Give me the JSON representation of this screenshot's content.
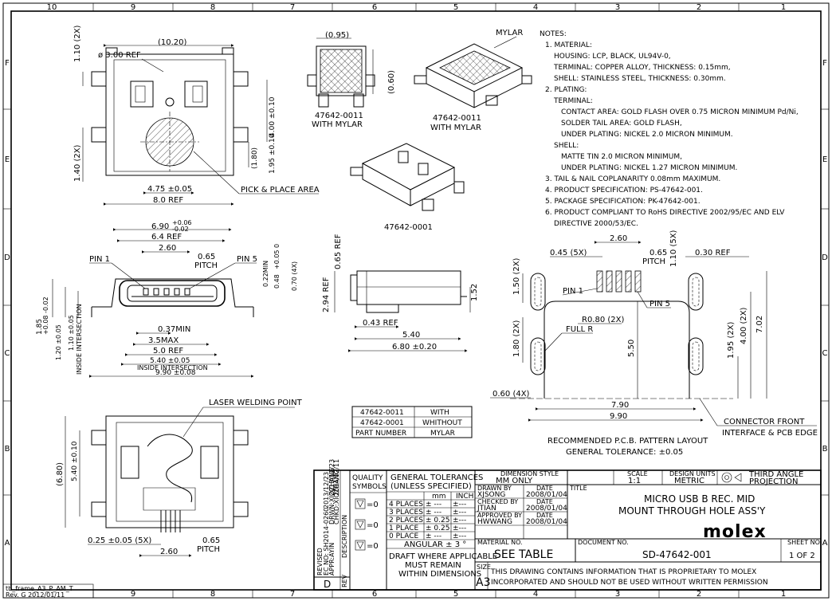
{
  "frame": {
    "cols_top": [
      "10",
      "9",
      "8",
      "7",
      "6",
      "5",
      "4",
      "3",
      "2",
      "1"
    ],
    "cols_bottom": [
      "9",
      "8",
      "7",
      "6",
      "5",
      "4",
      "3",
      "2",
      "1"
    ],
    "rows": [
      "F",
      "E",
      "D",
      "C",
      "B",
      "A"
    ],
    "frame_id": "tb_frame_A3_P_AM_T",
    "frame_rev": "Rev. G 2012/01/11"
  },
  "top_view": {
    "width": "(10.20)",
    "hole": "ø 3.00 REF",
    "dim_110": "1.10 (2X)",
    "dim_140": "1.40 (2X)",
    "dim_400": "4.00 ±0.10",
    "dim_180": "(1.80)",
    "dim_195": "1.95 ±0.10",
    "dim_475": "4.75 ±0.05",
    "dim_80": "8.0  REF",
    "pick_place": "PICK & PLACE AREA"
  },
  "small_view": {
    "dim_095": "(0.95)",
    "dim_060": "(0.60)",
    "caption1": "47642-0011",
    "caption2": "WITH MYLAR"
  },
  "iso_view": {
    "mylar": "MYLAR",
    "caption1": "47642-0011",
    "caption2": "WITH MYLAR",
    "caption3": "47642-0001"
  },
  "notes": {
    "title": "NOTES:",
    "lines": [
      "1. MATERIAL:",
      "HOUSING: LCP, BLACK, UL94V-0,",
      "TERMINAL: COPPER ALLOY, THICKNESS: 0.15mm,",
      "SHELL: STAINLESS STEEL, THICKNESS: 0.30mm.",
      "2. PLATING:",
      "TERMINAL:",
      "CONTACT AREA: GOLD FLASH OVER 0.75 MICRON MINIMUM Pd/Ni,",
      "SOLDER TAIL AREA: GOLD FLASH,",
      "UNDER PLATING: NICKEL 2.0 MICRON MINIMUM.",
      "SHELL:",
      "MATTE TIN 2.0 MICRON MINIMUM,",
      "UNDER PLATING: NICKEL 1.27 MICRON MINIMUM.",
      "3. TAIL & NAIL COPLANARITY 0.08mm MAXIMUM.",
      "4. PRODUCT SPECIFICATION: PS-47642-001.",
      "5. PACKAGE SPECIFICATION: PK-47642-001.",
      "6. PRODUCT COMPLIANT TO RoHS DIRECTIVE 2002/95/EC AND ELV",
      "DIRECTIVE 2000/53/EC."
    ]
  },
  "front_view": {
    "dim_690": "6.90",
    "dim_690_tol_up": "+0.06",
    "dim_690_tol_dn": "-0.02",
    "dim_64": "6.4  REF",
    "dim_260": "2.60",
    "pitch_val": "0.65",
    "pitch": "PITCH",
    "pin1": "PIN 1",
    "pin5": "PIN 5",
    "dim_022": "0.22MIN",
    "dim_048": "0.48",
    "dim_048_tol": "+0.05 0",
    "dim_070": "0.70 (4X)",
    "dim_037": "0.37MIN",
    "dim_35": "3.5MAX",
    "dim_50": "5.0  REF",
    "dim_540": "5.40 ±0.05",
    "inside1": "INSIDE INTERSECTION",
    "dim_990": "9.90 ±0.08",
    "dim_185": "1.85",
    "dim_185_tol": "+0.08 -0.02",
    "dim_120": "1.20 ±0.05",
    "dim_110": "1.10 ±0.05",
    "inside2": "INSIDE INTERSECTION"
  },
  "side_view": {
    "dim_065": "0.65 REF",
    "dim_294": "2.94 REF",
    "dim_152": "1.52",
    "dim_043": "0.43 REF",
    "dim_540": "5.40",
    "dim_680": "6.80 ±0.20"
  },
  "pcb_view": {
    "dim_260": "2.60",
    "dim_045": "0.45 (5X)",
    "dim_065": "0.65",
    "pitch": "PITCH",
    "dim_110": "1.10 (5X)",
    "dim_030": "0.30  REF",
    "dim_150": "1.50 (2X)",
    "pin1": "PIN 1",
    "pin5": "PIN 5",
    "r080": "R0.80 (2X)",
    "full_r": "FULL R",
    "dim_180": "1.80 (2X)",
    "dim_550": "5.50",
    "dim_195": "1.95 (2X)",
    "dim_400": "4.00 (2X)",
    "dim_702": "7.02",
    "dim_060": "0.60 (4X)",
    "dim_790": "7.90",
    "dim_990": "9.90",
    "connector_front": "CONNECTOR FRONT",
    "interface": "INTERFACE & PCB EDGE",
    "title": "RECOMMENDED P.C.B. PATTERN LAYOUT",
    "tolerance": "GENERAL TOLERANCE: ±0.05"
  },
  "bottom_view": {
    "laser": "LASER WELDING POINT",
    "dim_680": "(6.80)",
    "dim_540": "5.40 ±0.10",
    "dim_025": "0.25 ±0.05  (5X)",
    "dim_065": "0.65",
    "pitch": "PITCH",
    "dim_260": "2.60"
  },
  "part_table": [
    [
      "47642-0011",
      "WITH"
    ],
    [
      "47642-0001",
      "WHITHOUT"
    ],
    [
      "PART NUMBER",
      "MYLAR"
    ]
  ],
  "title_block": {
    "revised": "REVISED",
    "ec_no": "EC NO: SH2014-0260",
    "drwn": "DRWN:XIOZHANG",
    "chkd": "CHKD:XIOZHANG",
    "appr": "APPR:AYIN",
    "d1": "2013/12/23",
    "d2": "2013/12/23",
    "d3": "2014/02/11",
    "rev_letter": "D",
    "description": "DESCRIPTION",
    "rev": "REV",
    "quality": "QUALITY",
    "symbols": "SYMBOLS",
    "qsym": "=0",
    "gen_tol1": "GENERAL TOLERANCES",
    "gen_tol2": "(UNLESS SPECIFIED)",
    "mm": "mm",
    "inch": "INCH",
    "tol_rows": [
      [
        "4 PLACES",
        "± ---",
        "±---"
      ],
      [
        "3 PLACES",
        "± ---",
        "±---"
      ],
      [
        "2 PLACES",
        "± 0.25",
        "±---"
      ],
      [
        "1 PLACE",
        "± 0.25",
        "±---"
      ],
      [
        "0 PLACE",
        "± ---",
        "±---"
      ]
    ],
    "angular": "ANGULAR ± 3 °",
    "draft1": "DRAFT WHERE APPLICABLE",
    "draft2": "MUST REMAIN",
    "draft3": "WITHIN DIMENSIONS",
    "dim_style_label": "DIMENSION STYLE",
    "dim_style": "MM  ONLY",
    "scale_label": "SCALE",
    "scale": "1:1",
    "units_label": "DESIGN UNITS",
    "units": "METRIC",
    "projection1": "THIRD ANGLE",
    "projection2": "PROJECTION",
    "drawn_by_label": "DRAWN BY",
    "date_label": "DATE",
    "drawn_by": "XJSONG",
    "drawn_date": "2008/01/04",
    "checked_by_label": "CHECKED BY",
    "checked_by": "JTIAN",
    "checked_date": "2008/01/04",
    "approved_by_label": "APPROVED BY",
    "approved_by": "HWWANG",
    "approved_date": "2008/01/04",
    "title_label": "TITLE",
    "title1": "MICRO USB B REC. MID",
    "title2": "MOUNT THROUGH HOLE ASS'Y",
    "logo": "molex",
    "material_label": "MATERIAL NO.",
    "material": "SEE  TABLE",
    "doc_label": "DOCUMENT NO.",
    "doc": "SD-47642-001",
    "sheet_label": "SHEET NO.",
    "sheet": "1 OF 2",
    "size_label": "SIZE",
    "size": "A3",
    "prop1": "THIS DRAWING CONTAINS INFORMATION THAT IS PROPRIETARY TO MOLEX",
    "prop2": "INCORPORATED AND SHOULD NOT BE USED WITHOUT WRITTEN PERMISSION"
  }
}
